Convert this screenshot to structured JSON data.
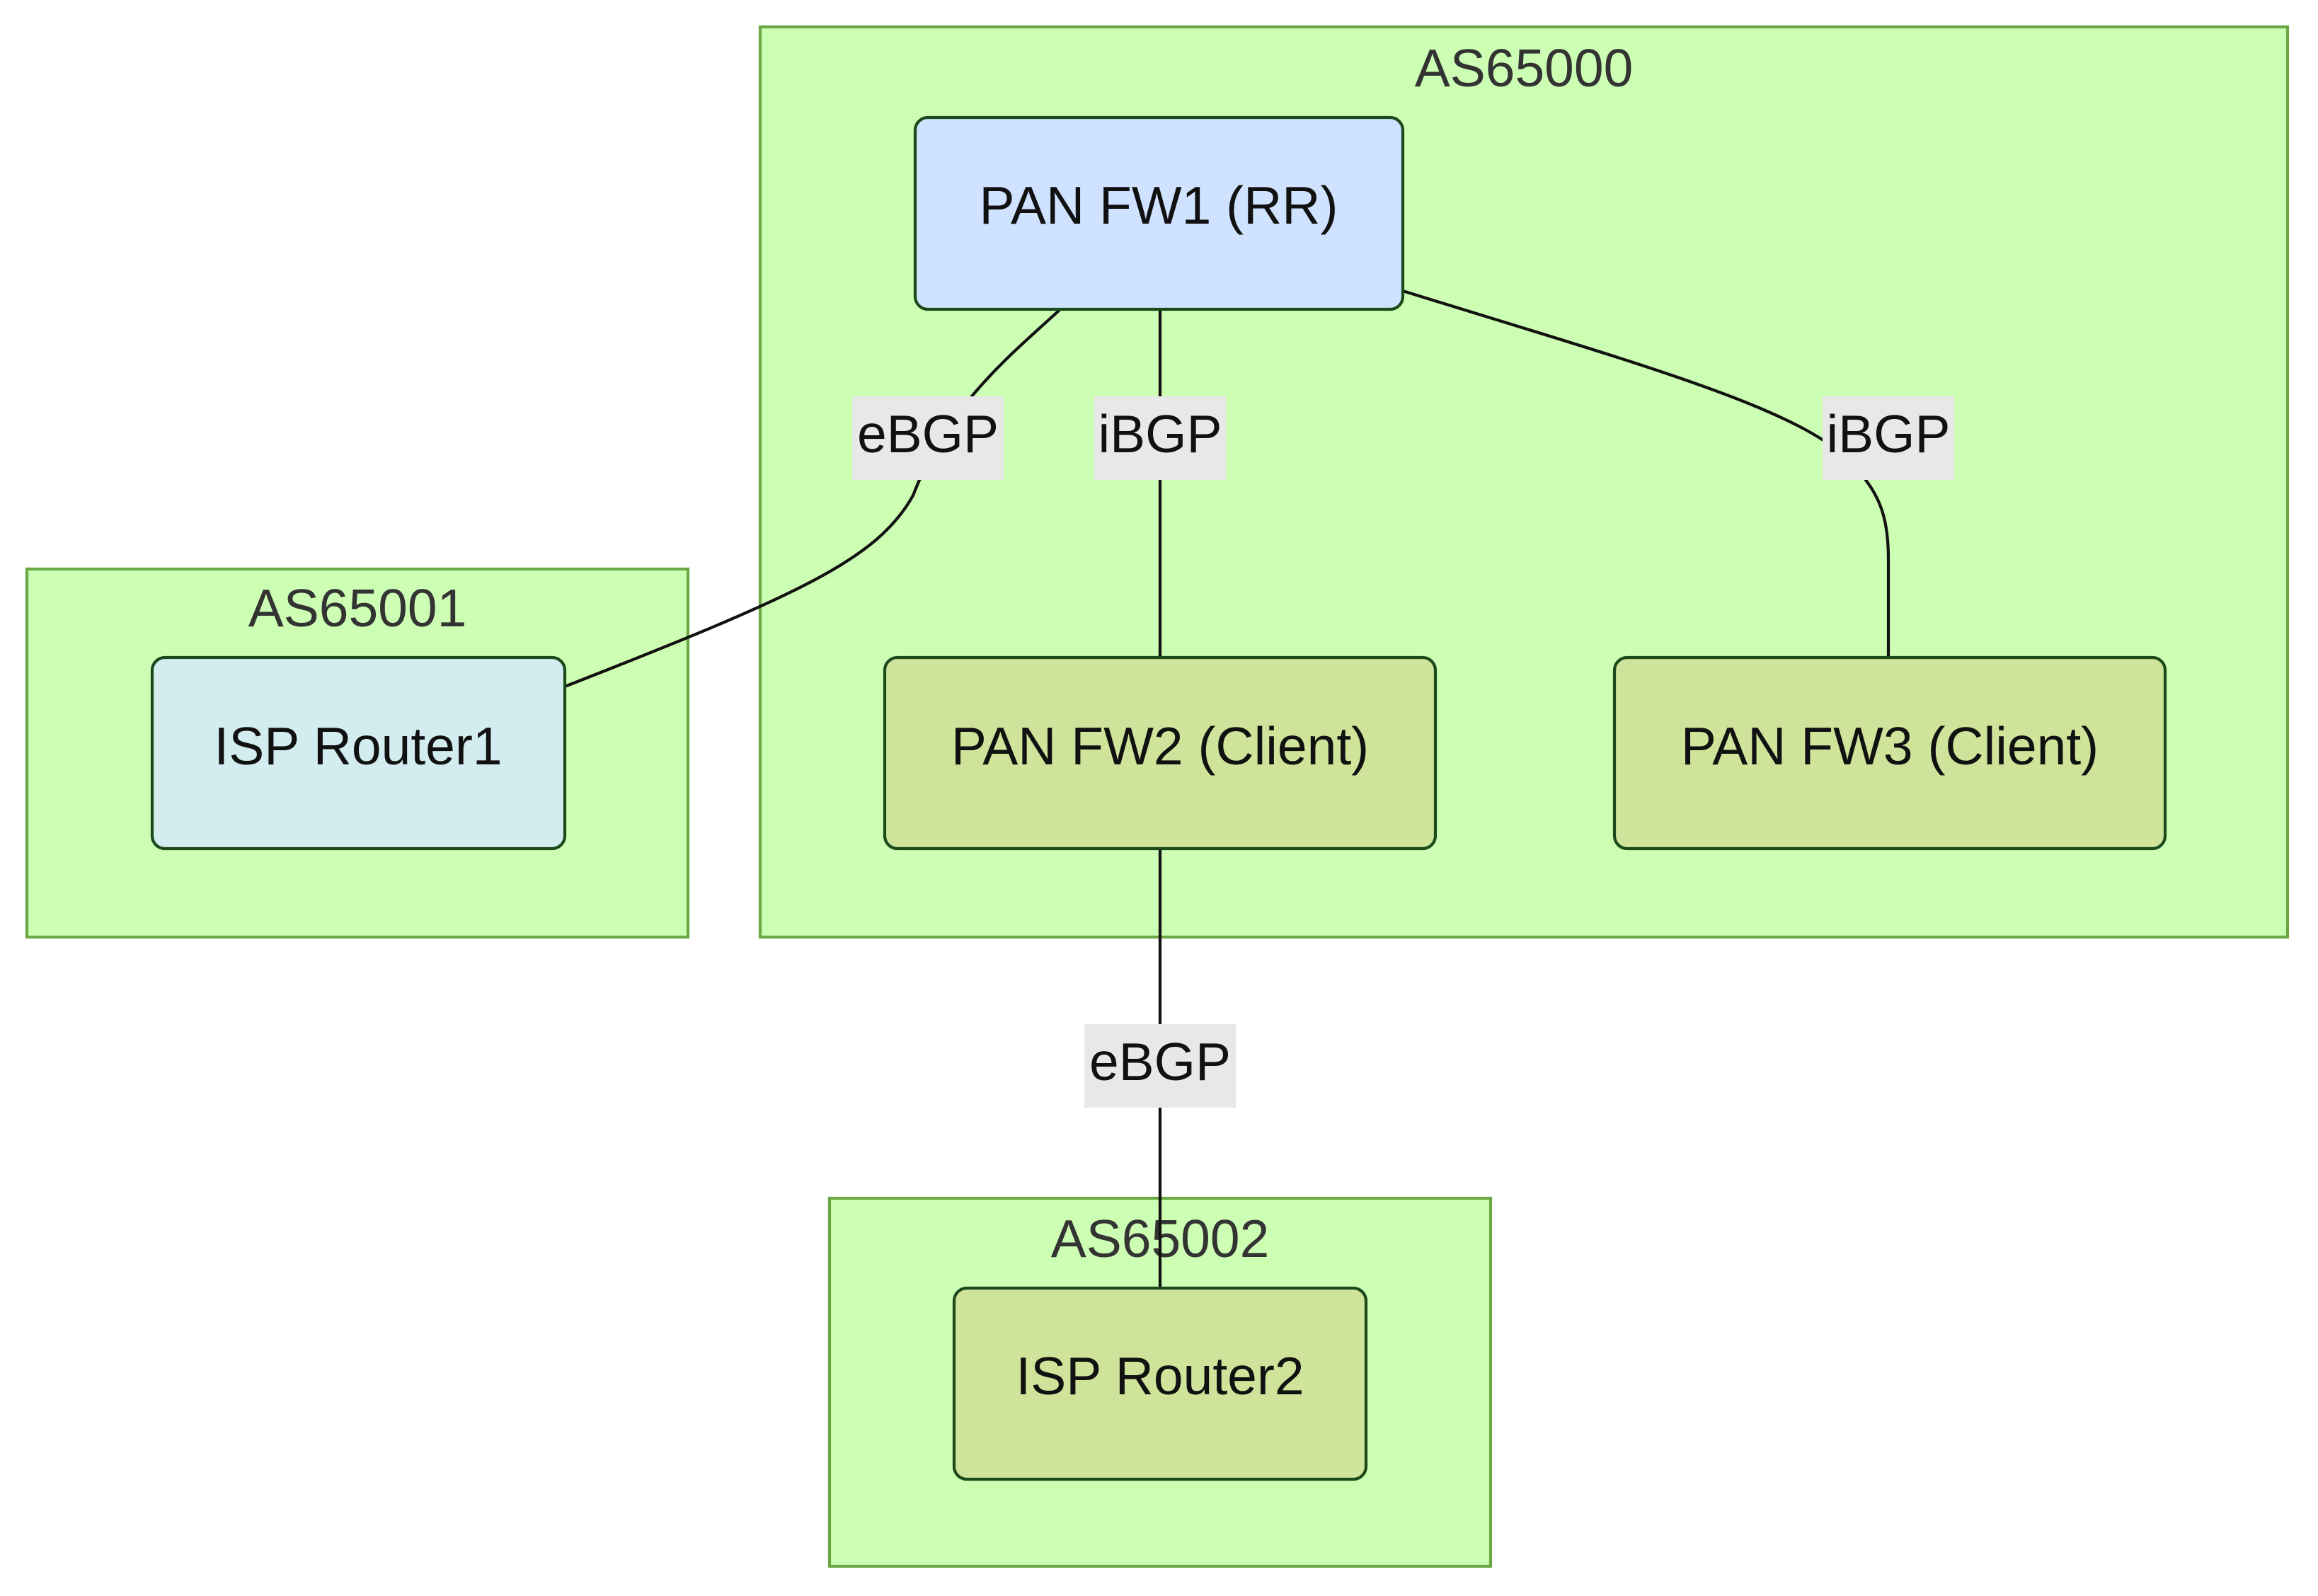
{
  "diagram": {
    "type": "bgp-topology",
    "colors": {
      "cluster_fill": "#ccffb3",
      "cluster_stroke": "#6aa845",
      "node_rr_fill": "#cfe2ff",
      "node_isp1_fill": "#d3ecf0",
      "node_client_fill": "#cfe39a",
      "node_stroke": "#1b4a1b",
      "edge_stroke": "#111111",
      "edge_label_bg": "#e8e8e8"
    },
    "clusters": [
      {
        "id": "as65000",
        "label": "AS65000"
      },
      {
        "id": "as65001",
        "label": "AS65001"
      },
      {
        "id": "as65002",
        "label": "AS65002"
      }
    ],
    "nodes": [
      {
        "id": "fw1",
        "label": "PAN FW1 (RR)",
        "cluster": "as65000"
      },
      {
        "id": "fw2",
        "label": "PAN FW2 (Client)",
        "cluster": "as65000"
      },
      {
        "id": "fw3",
        "label": "PAN FW3 (Client)",
        "cluster": "as65000"
      },
      {
        "id": "isp1",
        "label": "ISP Router1",
        "cluster": "as65001"
      },
      {
        "id": "isp2",
        "label": "ISP Router2",
        "cluster": "as65002"
      }
    ],
    "edges": [
      {
        "id": "e1",
        "from": "fw1",
        "to": "isp1",
        "label": "eBGP"
      },
      {
        "id": "e2",
        "from": "fw1",
        "to": "fw2",
        "label": "iBGP"
      },
      {
        "id": "e3",
        "from": "fw1",
        "to": "fw3",
        "label": "iBGP"
      },
      {
        "id": "e4",
        "from": "fw2",
        "to": "isp2",
        "label": "eBGP"
      }
    ]
  }
}
